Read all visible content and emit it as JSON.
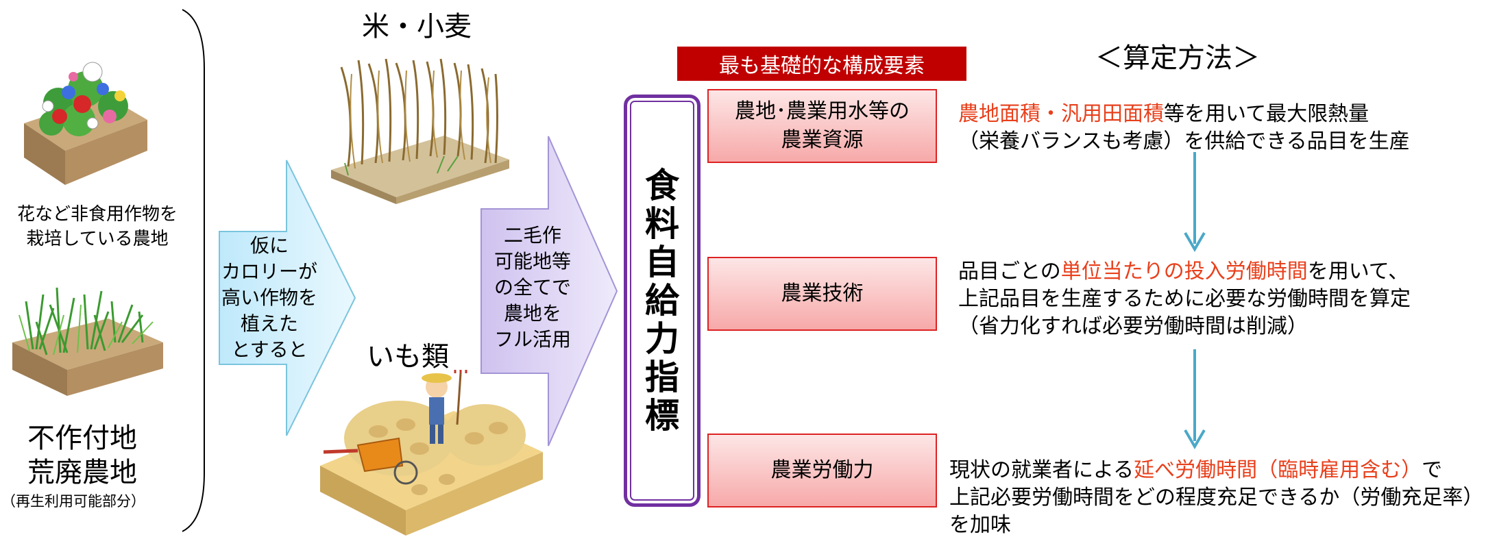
{
  "left": {
    "crop_caption": [
      "花など非食用作物を",
      "栽培している農地"
    ],
    "abandoned_caption": [
      "不作付地",
      "荒廃農地"
    ],
    "abandoned_note": "（再生利用可能部分）"
  },
  "arrows": {
    "first": [
      "仮に",
      "カロリーが",
      "高い作物を",
      "植えた",
      "とすると"
    ],
    "second": [
      "二毛作",
      "可能地等",
      "の全てで",
      "農地を",
      "フル活用"
    ]
  },
  "crops": {
    "grain_label": "米・小麦",
    "potato_label": "いも類"
  },
  "index_title": [
    "食",
    "料",
    "自",
    "給",
    "力",
    "指",
    "標"
  ],
  "components": {
    "header": "最も基礎的な構成要素",
    "resources": [
      "農地･農業用水等の",
      "農業資源"
    ],
    "technology": "農業技術",
    "labor": "農業労働力"
  },
  "method": {
    "title": "＜算定方法＞",
    "resources": {
      "line1_highlight": "農地面積・汎用田面積",
      "line1_rest": "等を用いて最大限熱量",
      "line2": "（栄養バランスも考慮）を供給できる品目を生産"
    },
    "technology": {
      "line1_pre": "品目ごとの",
      "line1_highlight": "単位当たりの投入労働時間",
      "line1_post": "を用いて、",
      "line2": "上記品目を生産するために必要な労働時間を算定",
      "line3": "（省力化すれば必要労働時間は削減）"
    },
    "labor": {
      "line1_pre": "現状の就業者による",
      "line1_highlight": "延べ労働時間（臨時雇用含む）",
      "line1_post": "で",
      "line2": "上記必要労働時間をどの程度充足できるか（労働充足率）",
      "line3": "を加味"
    }
  },
  "colors": {
    "highlight": "#e8401c",
    "header_bg": "#c00000",
    "box_border": "#dd2222",
    "flow_arrow": "#4aa8c8",
    "index_border": "#7030a0"
  }
}
